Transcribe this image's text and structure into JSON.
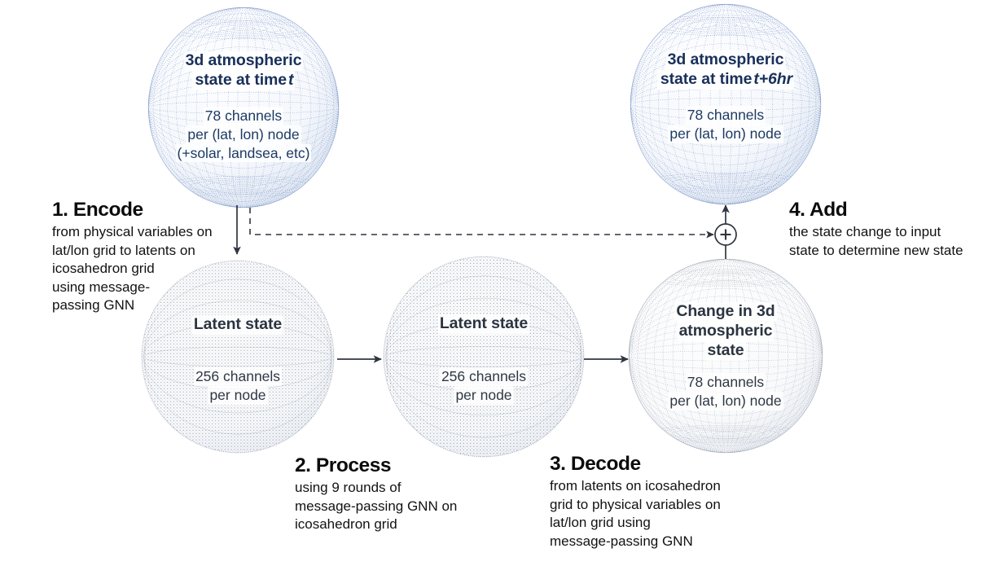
{
  "diagram": {
    "title": "Encode-Process-Decode weather model diagram",
    "accent_navy": "#19305a",
    "accent_slate": "#2b3440",
    "grid_blue": "#4a6fae",
    "grid_gray": "#8a93a3",
    "connector_color": "#2f3540"
  },
  "spheres": {
    "input_state": {
      "title_line1": "3d atmospheric",
      "title_line2_prefix": "state at time ",
      "title_line2_var": "t",
      "sub_line1": "78 channels",
      "sub_line2": "per (lat, lon) node",
      "sub_line3": "(+solar, landsea, etc)",
      "grid": "lat-lon",
      "color": "blue"
    },
    "output_state": {
      "title_line1": "3d atmospheric",
      "title_line2_prefix": "state at time ",
      "title_line2_var": "t+6hr",
      "sub_line1": "78 channels",
      "sub_line2": "per (lat, lon) node",
      "grid": "lat-lon",
      "color": "blue"
    },
    "latent_left": {
      "title_line1": "Latent state",
      "sub_line1": "256 channels",
      "sub_line2": "per node",
      "grid": "icosahedron",
      "color": "gray"
    },
    "latent_right": {
      "title_line1": "Latent state",
      "sub_line1": "256 channels",
      "sub_line2": "per node",
      "grid": "icosahedron",
      "color": "gray"
    },
    "state_change": {
      "title_line1": "Change in 3d",
      "title_line2": "atmospheric",
      "title_line3": "state",
      "sub_line1": "78 channels",
      "sub_line2": "per (lat, lon) node",
      "grid": "lat-lon",
      "color": "gray"
    }
  },
  "steps": {
    "encode": {
      "heading": "1. Encode",
      "lines": [
        "from physical variables on",
        "lat/lon grid to latents on",
        "icosahedron grid",
        "using message-",
        "passing GNN"
      ]
    },
    "process": {
      "heading": "2. Process",
      "lines": [
        "using 9 rounds of",
        "message-passing GNN on",
        "icosahedron grid"
      ]
    },
    "decode": {
      "heading": "3. Decode",
      "lines": [
        "from latents on icosahedron",
        "grid to physical variables on",
        "lat/lon grid using",
        "message-passing GNN"
      ]
    },
    "add": {
      "heading": "4. Add",
      "lines": [
        "the state change to input",
        "state to determine new state"
      ]
    }
  },
  "connectors": {
    "adder_symbol": "+",
    "encode_arrow": "down-arrow",
    "process_arrow": "right-arrow",
    "decode_arrow": "right-arrow",
    "residual": "dashed-skip-connection",
    "output_arrow": "up-arrow"
  }
}
